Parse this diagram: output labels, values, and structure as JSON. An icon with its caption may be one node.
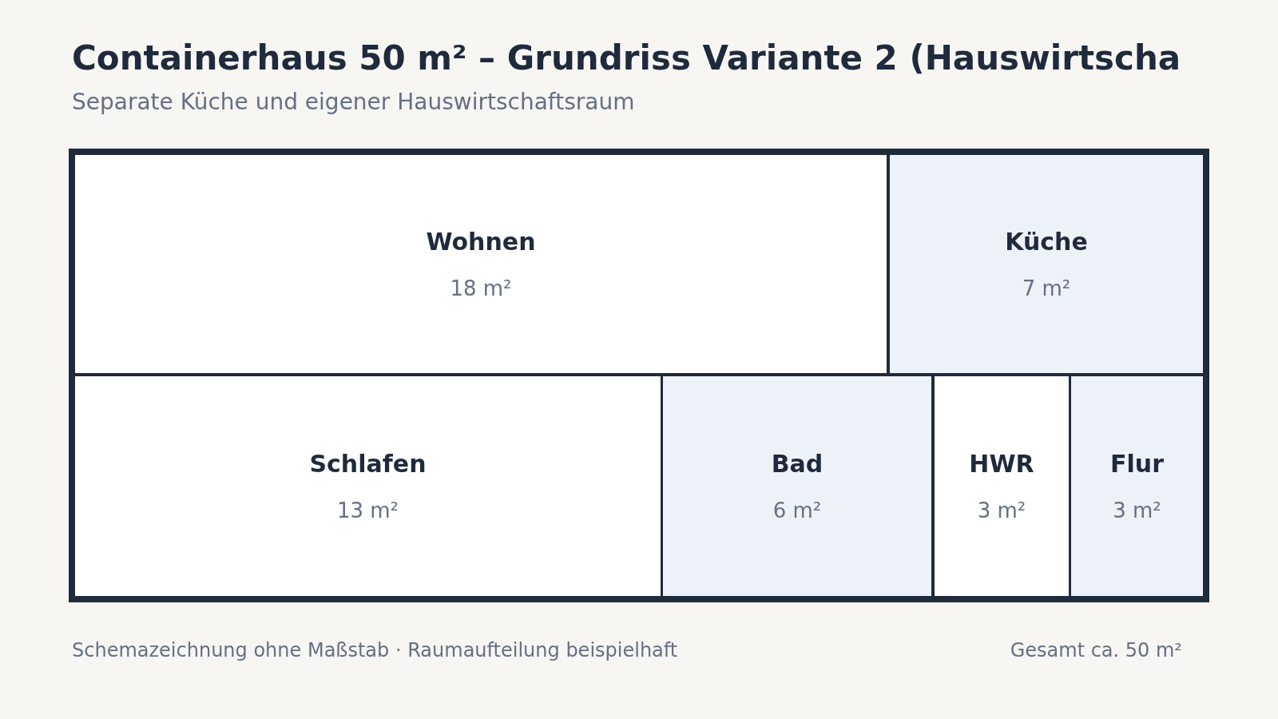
{
  "diagram": {
    "title": "Containerhaus 50 m² – Grundriss Variante 2 (Hauswirtscha",
    "nodes": [
      {
        "text": [
          "Wohnen",
          "18 m²"
        ]
      },
      {
        "text": [
          "Küche",
          "7 m²"
        ]
      },
      {
        "text": [
          "Schlafen",
          "13 m²"
        ]
      },
      {
        "text": [
          "Bad",
          "6 m²"
        ]
      },
      {
        "text": [
          "HWR",
          "3 m²"
        ]
      },
      {
        "text": [
          "Flur",
          "3 m²"
        ]
      }
    ],
    "edges": [],
    "labels": [
      "Separate Küche und eigener Hauswirtschaftsraum",
      "Schemazeichnung ohne Maßstab · Raumaufteilung beispielhaft",
      "Gesamt ca. 50 m²"
    ]
  }
}
